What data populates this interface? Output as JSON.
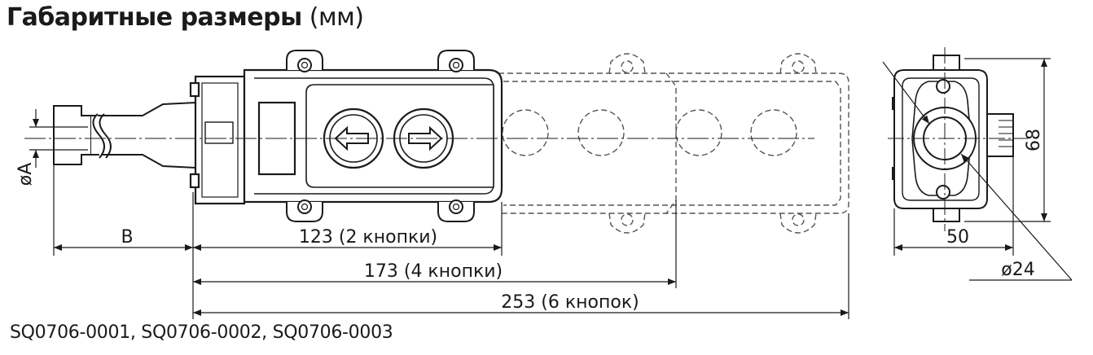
{
  "title": {
    "main": "Габаритные размеры",
    "unit": "(мм)"
  },
  "dimensions": {
    "diameter_a": "øA",
    "cable_b": "B",
    "len_2": "123 (2 кнопки)",
    "len_4": "173 (4 кнопки)",
    "len_6": "253 (6 кнопок)",
    "height": "68",
    "width": "50",
    "diameter_24": "ø24"
  },
  "buttons": [
    "arrow-left",
    "arrow-right"
  ],
  "footer": "SQ0706-0001, SQ0706-0002, SQ0706-0003"
}
